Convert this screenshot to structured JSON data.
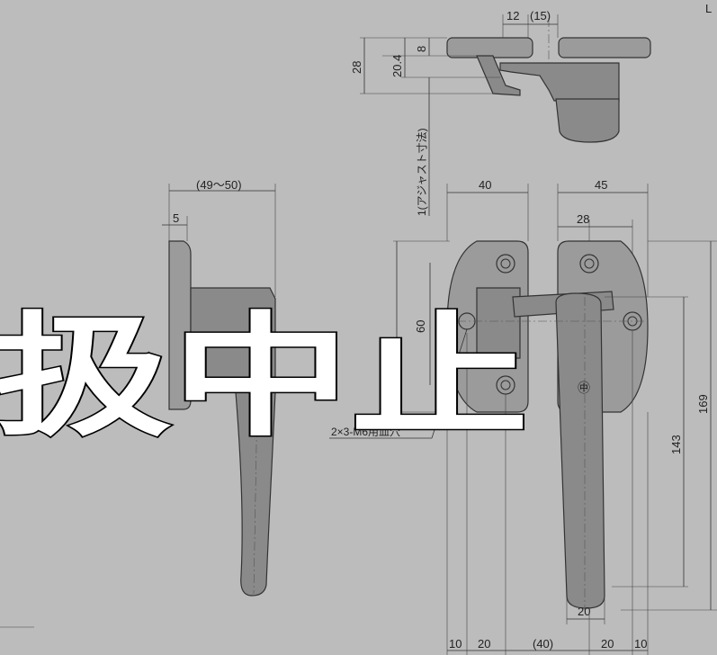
{
  "dimensions": {
    "top_12": "12",
    "top_15": "(15)",
    "h_8": "8",
    "h_204": "20.4",
    "h_28": "28",
    "adjust": "1(アジャスト寸法)",
    "side_4950": "(49～50)",
    "side_5": "5",
    "w_40": "40",
    "w_45": "45",
    "w_28": "28",
    "h_60": "60",
    "h_143": "143",
    "h_169": "169",
    "holes": "2×3-M6用皿穴",
    "b_20_handle": "20",
    "b_10a": "10",
    "b_20a": "20",
    "b_40": "(40)",
    "b_20b": "20",
    "b_10b": "10"
  },
  "stamp": "扱中止",
  "corner_mark": "L"
}
